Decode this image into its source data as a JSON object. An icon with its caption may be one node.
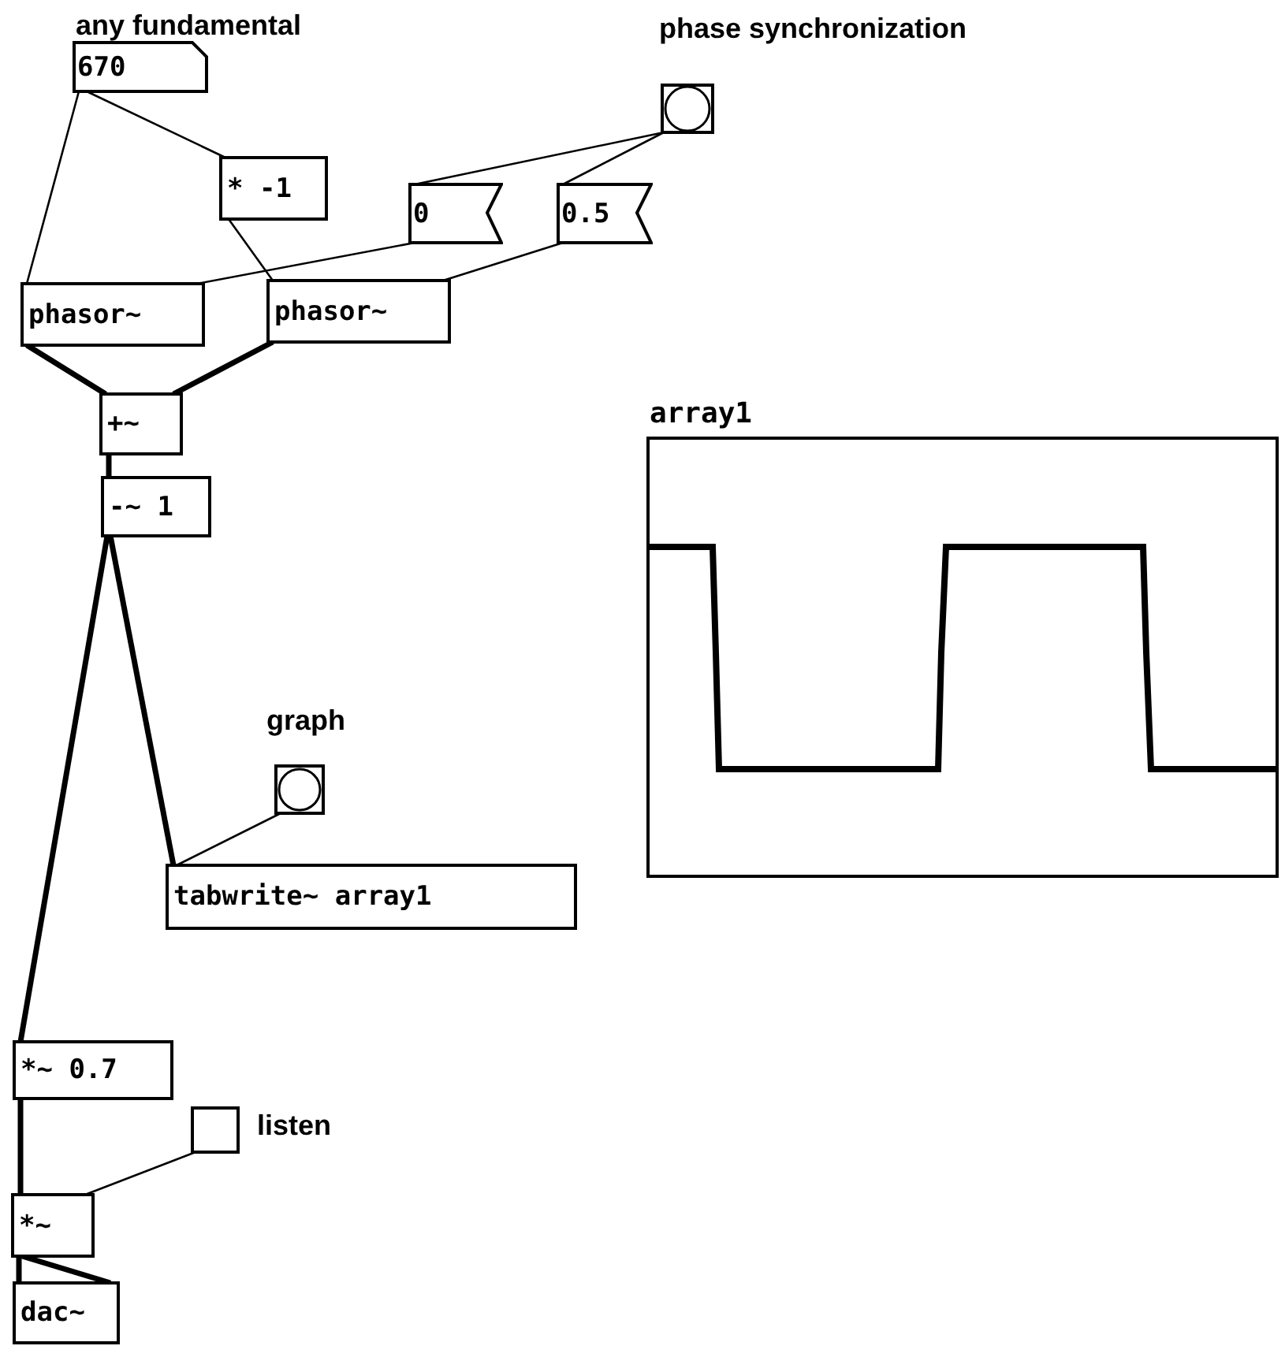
{
  "diagram": {
    "nodes": [
      {
        "text": [
          "670"
        ],
        "beside": [
          "any fundamental"
        ]
      },
      {
        "text": [],
        "shape": "circle",
        "beside": [
          "phase synchronization"
        ]
      },
      {
        "text": [
          "* -1"
        ]
      },
      {
        "text": [
          "0"
        ]
      },
      {
        "text": [
          "0.5"
        ]
      },
      {
        "text": [
          "phasor~"
        ]
      },
      {
        "text": [
          "phasor~"
        ]
      },
      {
        "text": [
          "+~"
        ]
      },
      {
        "text": [
          "-~ 1"
        ]
      },
      {
        "text": [],
        "shape": "circle",
        "beside": [
          "graph"
        ]
      },
      {
        "text": [
          "tabwrite~ array1"
        ]
      },
      {
        "text": [
          "*~ 0.7"
        ]
      },
      {
        "text": [],
        "shape": "box",
        "beside": [
          "listen"
        ]
      },
      {
        "text": [
          "*~"
        ]
      },
      {
        "text": [
          "dac~"
        ]
      },
      {
        "text": [
          "array1"
        ]
      }
    ],
    "edges": [
      {
        "from": 0,
        "to": 5,
        "arrow": "none"
      },
      {
        "from": 0,
        "to": 2,
        "arrow": "none"
      },
      {
        "from": 2,
        "to": 6,
        "arrow": "none"
      },
      {
        "from": 1,
        "to": 3,
        "arrow": "none"
      },
      {
        "from": 1,
        "to": 4,
        "arrow": "none"
      },
      {
        "from": 3,
        "to": 5,
        "arrow": "none"
      },
      {
        "from": 4,
        "to": 6,
        "arrow": "none"
      },
      {
        "from": 5,
        "to": 7,
        "arrow": "none",
        "style": "thick"
      },
      {
        "from": 6,
        "to": 7,
        "arrow": "none",
        "style": "thick"
      },
      {
        "from": 7,
        "to": 8,
        "arrow": "none",
        "style": "thick"
      },
      {
        "from": 8,
        "to": 10,
        "arrow": "none",
        "style": "thick"
      },
      {
        "from": 8,
        "to": 11,
        "arrow": "none",
        "style": "thick"
      },
      {
        "from": 9,
        "to": 10,
        "arrow": "none"
      },
      {
        "from": 11,
        "to": 13,
        "arrow": "none",
        "style": "thick"
      },
      {
        "from": 12,
        "to": 13,
        "arrow": "none"
      },
      {
        "from": 13,
        "to": 14,
        "arrow": "none",
        "style": "thick"
      },
      {
        "from": 13,
        "to": 14,
        "arrow": "none",
        "style": "thick"
      }
    ]
  }
}
